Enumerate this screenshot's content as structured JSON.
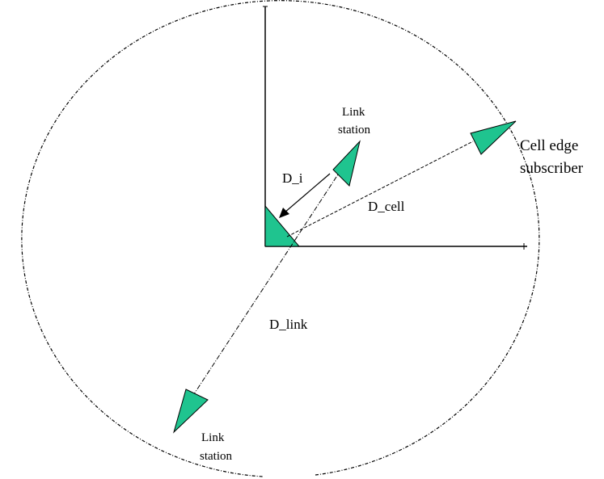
{
  "colors": {
    "station_fill": "#1fc48f",
    "line": "#000000",
    "background": "#ffffff"
  },
  "labels": {
    "link_station_top": [
      "Link",
      "station"
    ],
    "cell_edge": [
      "Cell edge",
      "subscriber"
    ],
    "d_i": "D_i",
    "d_cell": "D_cell",
    "d_link": "D_link",
    "link_station_bottom": [
      "Link",
      "station"
    ]
  }
}
